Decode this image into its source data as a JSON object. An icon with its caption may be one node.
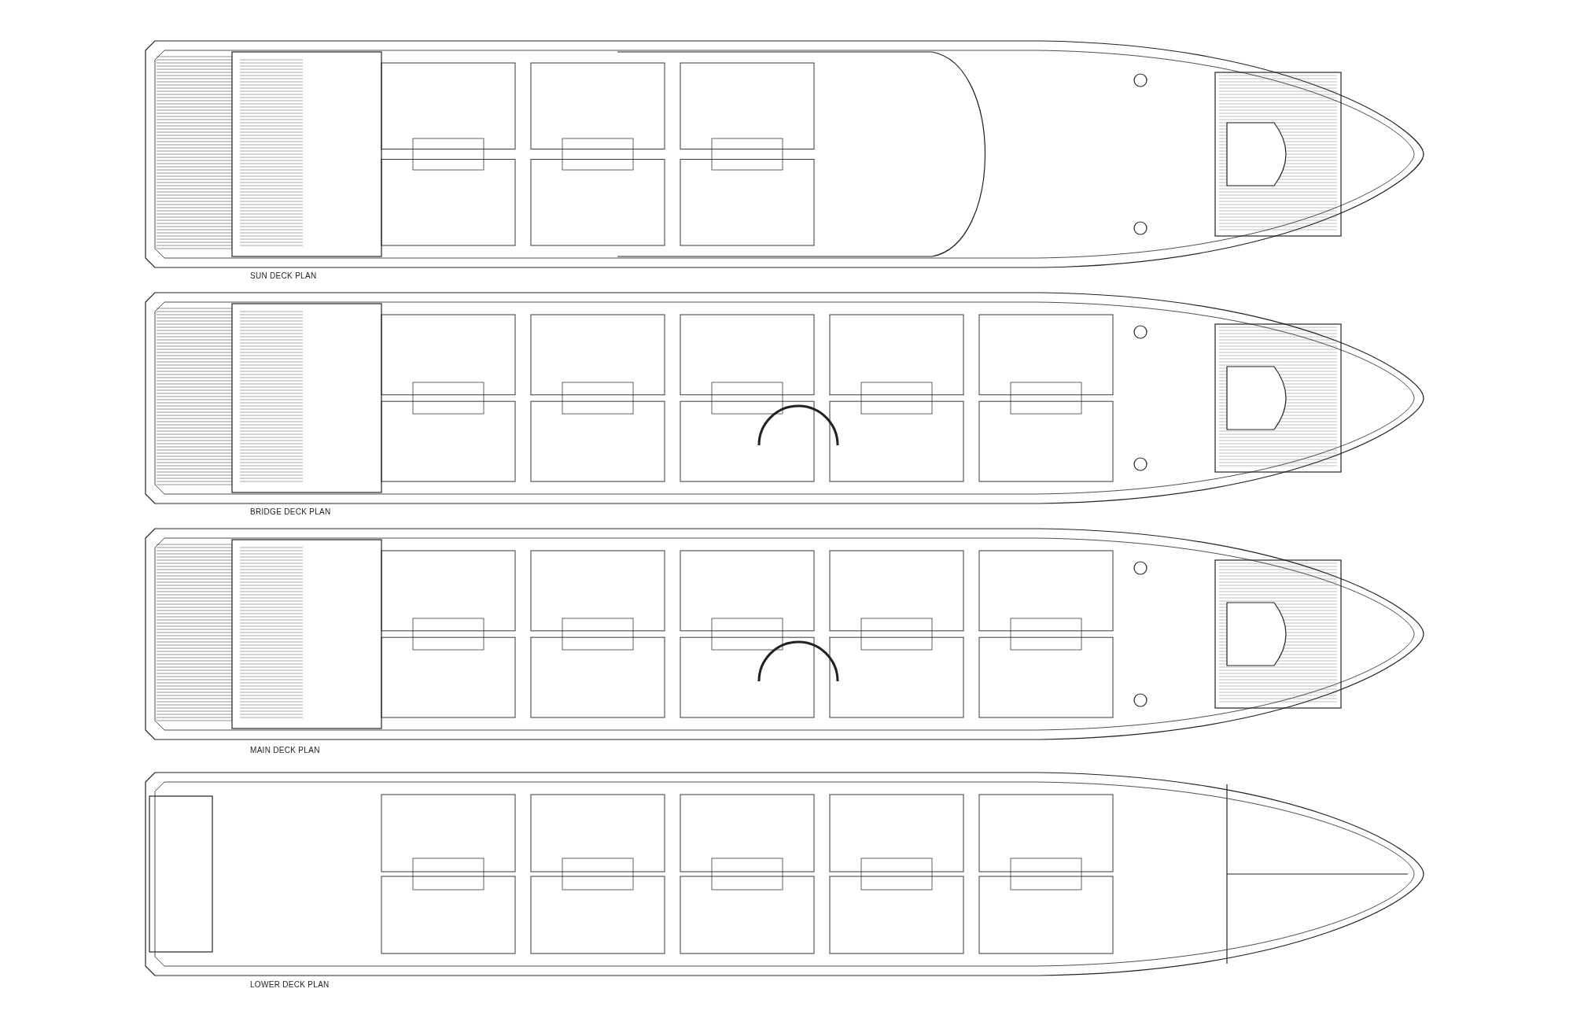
{
  "diagram": {
    "labels": [
      "SUN DECK PLAN",
      "BRIDGE DECK PLAN",
      "MAIN DECK PLAN",
      "LOWER DECK PLAN"
    ]
  }
}
